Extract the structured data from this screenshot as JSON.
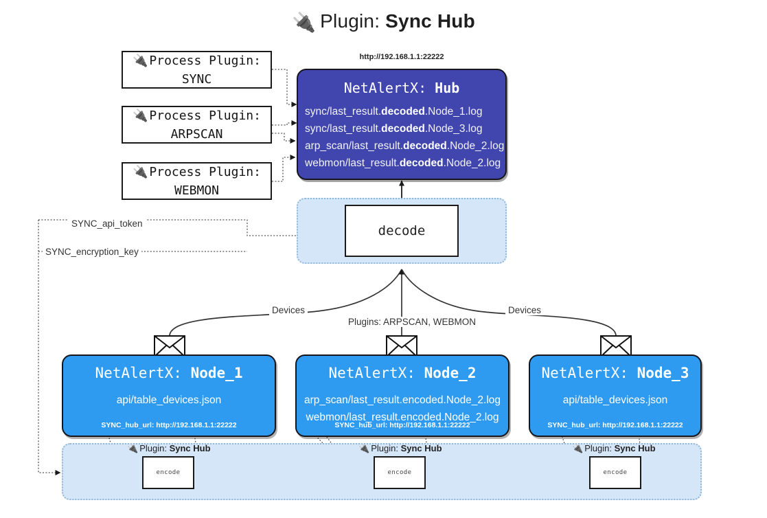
{
  "title": {
    "icon": "plug-icon",
    "prefix": "Plugin: ",
    "name": "Sync Hub"
  },
  "process_plugins": [
    {
      "line1": "Process Plugin:",
      "line2": "SYNC",
      "icon": "plug-icon"
    },
    {
      "line1": "Process Plugin:",
      "line2": "ARPSCAN",
      "icon": "plug-icon"
    },
    {
      "line1": "Process Plugin:",
      "line2": "WEBMON",
      "icon": "plug-icon"
    }
  ],
  "hub": {
    "url": "http://192.168.1.1:22222",
    "title_prefix": "NetAlertX: ",
    "title_name": "Hub",
    "lines": [
      {
        "pre": "sync/last_result.",
        "mid": "decoded",
        "post": ".Node_1.log"
      },
      {
        "pre": "sync/last_result.",
        "mid": "decoded",
        "post": ".Node_3.log"
      },
      {
        "pre": "arp_scan/last_result.",
        "mid": "decoded",
        "post": ".Node_2.log"
      },
      {
        "pre": "webmon/last_result.",
        "mid": "decoded",
        "post": ".Node_2.log"
      }
    ],
    "color": "#4046ad"
  },
  "decode": {
    "label": "decode"
  },
  "settings": {
    "api_token": "SYNC_api_token",
    "encryption_key": "SYNC_encryption_key"
  },
  "edge_labels": {
    "devices_left": "Devices",
    "devices_right": "Devices",
    "plugins_center": "Plugins: ARPSCAN, WEBMON"
  },
  "nodes": [
    {
      "title_prefix": "NetAlertX: ",
      "title_name": "Node_1",
      "lines": [
        "api/table_devices.json"
      ],
      "footer": "SYNC_hub_url: http://192.168.1.1:22222",
      "color": "#2e9bf1"
    },
    {
      "title_prefix": "NetAlertX: ",
      "title_name": "Node_2",
      "lines": [
        "arp_scan/last_result.encoded.Node_2.log",
        "webmon/last_result.encoded.Node_2.log"
      ],
      "footer": "SYNC_hub_url: http://192.168.1.1:22222",
      "color": "#2e9bf1"
    },
    {
      "title_prefix": "NetAlertX: ",
      "title_name": "Node_3",
      "lines": [
        "api/table_devices.json"
      ],
      "footer": "SYNC_hub_url: http://192.168.1.1:22222",
      "color": "#2e9bf1"
    }
  ],
  "encoders": [
    {
      "caption_prefix": "Plugin: ",
      "caption_name": "Sync Hub",
      "label": "encode",
      "icon": "plug-icon"
    },
    {
      "caption_prefix": "Plugin: ",
      "caption_name": "Sync Hub",
      "label": "encode",
      "icon": "plug-icon"
    },
    {
      "caption_prefix": "Plugin: ",
      "caption_name": "Sync Hub",
      "label": "encode",
      "icon": "plug-icon"
    }
  ],
  "colors": {
    "hub": "#4046ad",
    "node": "#2e9bf1",
    "group": "#d5e6f8",
    "group_border": "#8fb8d8",
    "stroke": "#1a1a1a"
  }
}
